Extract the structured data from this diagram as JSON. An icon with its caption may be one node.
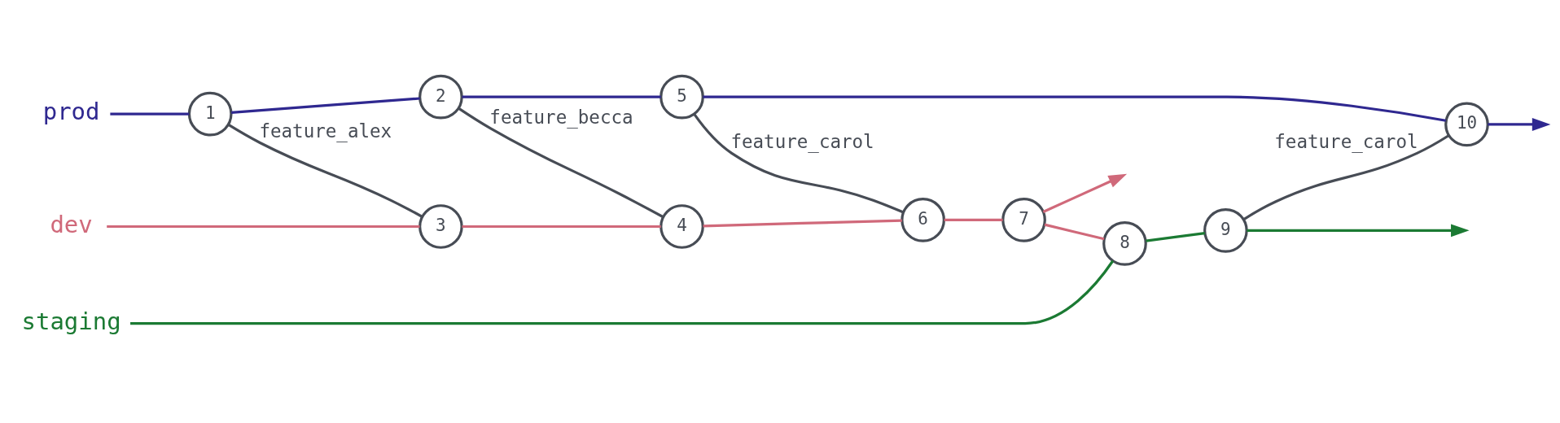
{
  "diagram": {
    "nodes": [
      {
        "text": [
          "dev"
        ]
      },
      {
        "text": [
          "staging"
        ]
      },
      {
        "text": [
          "prod"
        ]
      },
      {
        "text": [
          "1"
        ]
      },
      {
        "text": [
          "2"
        ]
      },
      {
        "text": [
          "3"
        ]
      },
      {
        "text": [
          "4"
        ]
      },
      {
        "text": [
          "5"
        ]
      },
      {
        "text": [
          "6"
        ]
      },
      {
        "text": [
          "7"
        ]
      },
      {
        "text": [
          "8"
        ]
      },
      {
        "text": [
          "9"
        ]
      },
      {
        "text": [
          "10"
        ]
      }
    ],
    "edges": [
      {
        "from": 0,
        "to": 5,
        "arrow": "none",
        "color": "#d0697a"
      },
      {
        "from": 5,
        "to": 6,
        "arrow": "none",
        "color": "#d0697a"
      },
      {
        "from": 6,
        "to": 8,
        "arrow": "none",
        "color": "#d0697a"
      },
      {
        "from": 8,
        "to": 9,
        "arrow": "none",
        "color": "#d0697a"
      },
      {
        "from": 9,
        "to": null,
        "arrow": "to",
        "color": "#d0697a"
      },
      {
        "from": 9,
        "to": 10,
        "arrow": "none",
        "color": "#d0697a"
      },
      {
        "from": 1,
        "to": 10,
        "arrow": "none",
        "color": "#1b7a33"
      },
      {
        "from": 10,
        "to": 11,
        "arrow": "none",
        "color": "#1b7a33"
      },
      {
        "from": 11,
        "to": null,
        "arrow": "to",
        "color": "#1b7a33"
      },
      {
        "from": 11,
        "to": 12,
        "label": "feature_carol",
        "arrow": "none",
        "color": "#474c55"
      },
      {
        "from": 2,
        "to": 3,
        "arrow": "none",
        "color": "#2f2890"
      },
      {
        "from": 3,
        "to": 4,
        "arrow": "none",
        "color": "#2f2890"
      },
      {
        "from": 4,
        "to": 7,
        "arrow": "none",
        "color": "#2f2890"
      },
      {
        "from": 7,
        "to": 12,
        "arrow": "none",
        "color": "#2f2890"
      },
      {
        "from": 12,
        "to": null,
        "arrow": "to",
        "color": "#2f2890"
      },
      {
        "from": 3,
        "to": 5,
        "label": "feature_alex",
        "arrow": "none",
        "color": "#474c55"
      },
      {
        "from": 4,
        "to": 6,
        "label": "feature_becca",
        "arrow": "none",
        "color": "#474c55"
      },
      {
        "from": 7,
        "to": 8,
        "label": "feature_carol",
        "arrow": "none",
        "color": "#474c55"
      }
    ]
  }
}
